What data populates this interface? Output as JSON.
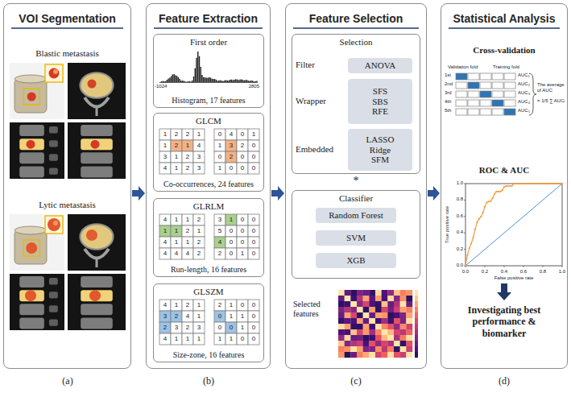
{
  "diagram": {
    "nodes": [
      {
        "text": [
          "VOI Segmentation"
        ]
      },
      {
        "text": [
          "Feature Extraction"
        ]
      },
      {
        "text": [
          "First order",
          "Histogram, 17 features"
        ],
        "in": 1
      },
      {
        "text": [
          "GLCM",
          "Co-occurrences, 24 features"
        ],
        "in": 1
      },
      {
        "text": [
          "GLRLM",
          "Run-length, 16 features"
        ],
        "in": 1
      },
      {
        "text": [
          "GLSZM",
          "Size-zone, 16 features"
        ],
        "in": 1
      },
      {
        "text": [
          "Feature Selection"
        ]
      },
      {
        "text": [
          "Selection"
        ],
        "in": 6
      },
      {
        "text": [
          "ANOVA"
        ],
        "in": 7
      },
      {
        "text": [
          "SFS SBS RFE"
        ],
        "in": 7
      },
      {
        "text": [
          "LASSO Ridge SFM"
        ],
        "in": 7
      },
      {
        "text": [
          "Classifier"
        ],
        "in": 6
      },
      {
        "text": [
          "Random Forest"
        ],
        "in": 11
      },
      {
        "text": [
          "SVM"
        ],
        "in": 11
      },
      {
        "text": [
          "XGB"
        ],
        "in": 11
      },
      {
        "text": [
          "Statistical Analysis"
        ]
      }
    ],
    "edges": [
      {
        "from": 0,
        "to": 1,
        "arrow": "to"
      },
      {
        "from": 1,
        "to": 6,
        "arrow": "to"
      },
      {
        "from": 6,
        "to": 15,
        "arrow": "to"
      }
    ],
    "labels": [
      "Blastic metastasis",
      "Lytic metastasis",
      "-1024",
      "2805",
      "1",
      "2",
      "2",
      "1",
      "1",
      "2",
      "1",
      "4",
      "3",
      "1",
      "2",
      "3",
      "4",
      "1",
      "2",
      "3",
      "0",
      "4",
      "0",
      "1",
      "1",
      "3",
      "2",
      "0",
      "0",
      "2",
      "0",
      "0",
      "1",
      "0",
      "0",
      "0",
      "4",
      "1",
      "1",
      "2",
      "1",
      "1",
      "2",
      "1",
      "4",
      "1",
      "1",
      "2",
      "4",
      "4",
      "4",
      "2",
      "3",
      "1",
      "0",
      "0",
      "5",
      "0",
      "0",
      "0",
      "4",
      "0",
      "0",
      "0",
      "2",
      "0",
      "1",
      "0",
      "4",
      "1",
      "2",
      "1",
      "3",
      "2",
      "4",
      "1",
      "2",
      "3",
      "2",
      "3",
      "4",
      "1",
      "1",
      "1",
      "2",
      "1",
      "0",
      "0",
      "0",
      "1",
      "1",
      "0",
      "0",
      "0",
      "1",
      "0",
      "1",
      "1",
      "0",
      "0",
      "Filter",
      "Wrapper",
      "Embedded",
      "*",
      "Selected features",
      "Cross-validation",
      "Validation fold",
      "Training fold",
      "1st",
      "2nd",
      "3rd",
      "4th",
      "5th",
      "AUC₁",
      "AUC₂",
      "AUC₃",
      "AUC₄",
      "AUC₅",
      "The average of AUC",
      "= 1/5 ∑ AUCᵢ",
      "ROC & AUC",
      "0.0",
      "0.2",
      "0.4",
      "0.6",
      "0.8",
      "1.0",
      "0.0",
      "0.2",
      "0.4",
      "0.6",
      "0.8",
      "1.0",
      "True positive rate",
      "False positive rate",
      "Investigating best performance & biomarker",
      "(a)",
      "(b)",
      "(c)",
      "(d)"
    ]
  }
}
